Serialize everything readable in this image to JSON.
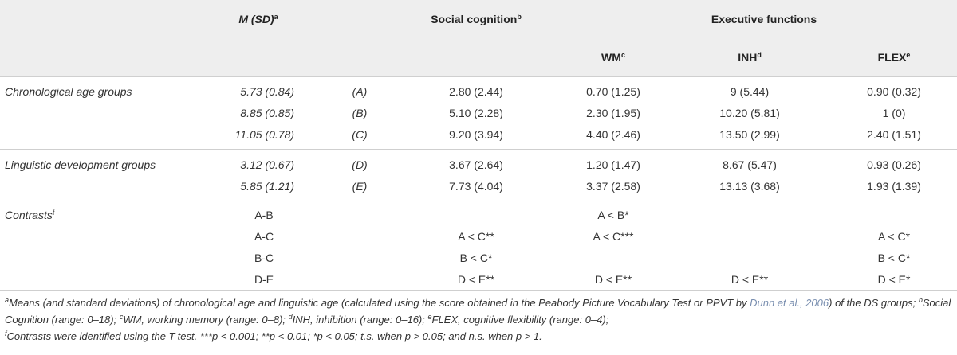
{
  "header": {
    "msd": "M (SD)",
    "msd_sup": "a",
    "social": "Social cognition",
    "social_sup": "b",
    "exec": "Executive functions",
    "wm": "WM",
    "wm_sup": "c",
    "inh": "INH",
    "inh_sup": "d",
    "flex": "FLEX",
    "flex_sup": "e"
  },
  "chron": {
    "label": "Chronological age groups",
    "rows": [
      {
        "msd": "5.73 (0.84)",
        "grp": "(A)",
        "social": "2.80 (2.44)",
        "wm": "0.70 (1.25)",
        "inh": "9 (5.44)",
        "flex": "0.90 (0.32)"
      },
      {
        "msd": "8.85 (0.85)",
        "grp": "(B)",
        "social": "5.10 (2.28)",
        "wm": "2.30 (1.95)",
        "inh": "10.20 (5.81)",
        "flex": "1 (0)"
      },
      {
        "msd": "11.05 (0.78)",
        "grp": "(C)",
        "social": "9.20 (3.94)",
        "wm": "4.40 (2.46)",
        "inh": "13.50 (2.99)",
        "flex": "2.40 (1.51)"
      }
    ]
  },
  "ling": {
    "label": "Linguistic development groups",
    "rows": [
      {
        "msd": "3.12 (0.67)",
        "grp": "(D)",
        "social": "3.67 (2.64)",
        "wm": "1.20 (1.47)",
        "inh": "8.67 (5.47)",
        "flex": "0.93 (0.26)"
      },
      {
        "msd": "5.85 (1.21)",
        "grp": "(E)",
        "social": "7.73 (4.04)",
        "wm": "3.37 (2.58)",
        "inh": "13.13 (3.68)",
        "flex": "1.93 (1.39)"
      }
    ]
  },
  "contrasts": {
    "label": "Contrasts",
    "label_sup": "f",
    "rows": [
      {
        "pair": "A-B",
        "social": "",
        "wm": "A < B*",
        "inh": "",
        "flex": ""
      },
      {
        "pair": "A-C",
        "social": "A < C**",
        "wm": "A < C***",
        "inh": "",
        "flex": "A < C*"
      },
      {
        "pair": "B-C",
        "social": "B < C*",
        "wm": "",
        "inh": "",
        "flex": "B < C*"
      },
      {
        "pair": "D-E",
        "social": "D < E**",
        "wm": "D < E**",
        "inh": "D < E**",
        "flex": "D < E*"
      }
    ]
  },
  "footnotes": {
    "a_sup": "a",
    "a_text": "Means (and standard deviations) of chronological age and linguistic age (calculated using the score obtained in the Peabody Picture Vocabulary Test or PPVT by ",
    "a_link": "Dunn et al., 2006",
    "a_tail": ") of the DS groups; ",
    "b_sup": "b",
    "b_text": "Social Cognition (range: 0–18); ",
    "c_sup": "c",
    "c_text": "WM, working memory (range: 0–8); ",
    "d_sup": "d",
    "d_text": "INH, inhibition (range: 0–16); ",
    "e_sup": "e",
    "e_text": "FLEX, cognitive flexibility (range: 0–4);",
    "f_sup": "f",
    "f_text": "Contrasts were identified using the T-test. ***p < 0.001; **p < 0.01; *p < 0.05; t.s. when p > 0.05; and n.s. when p > 1."
  }
}
